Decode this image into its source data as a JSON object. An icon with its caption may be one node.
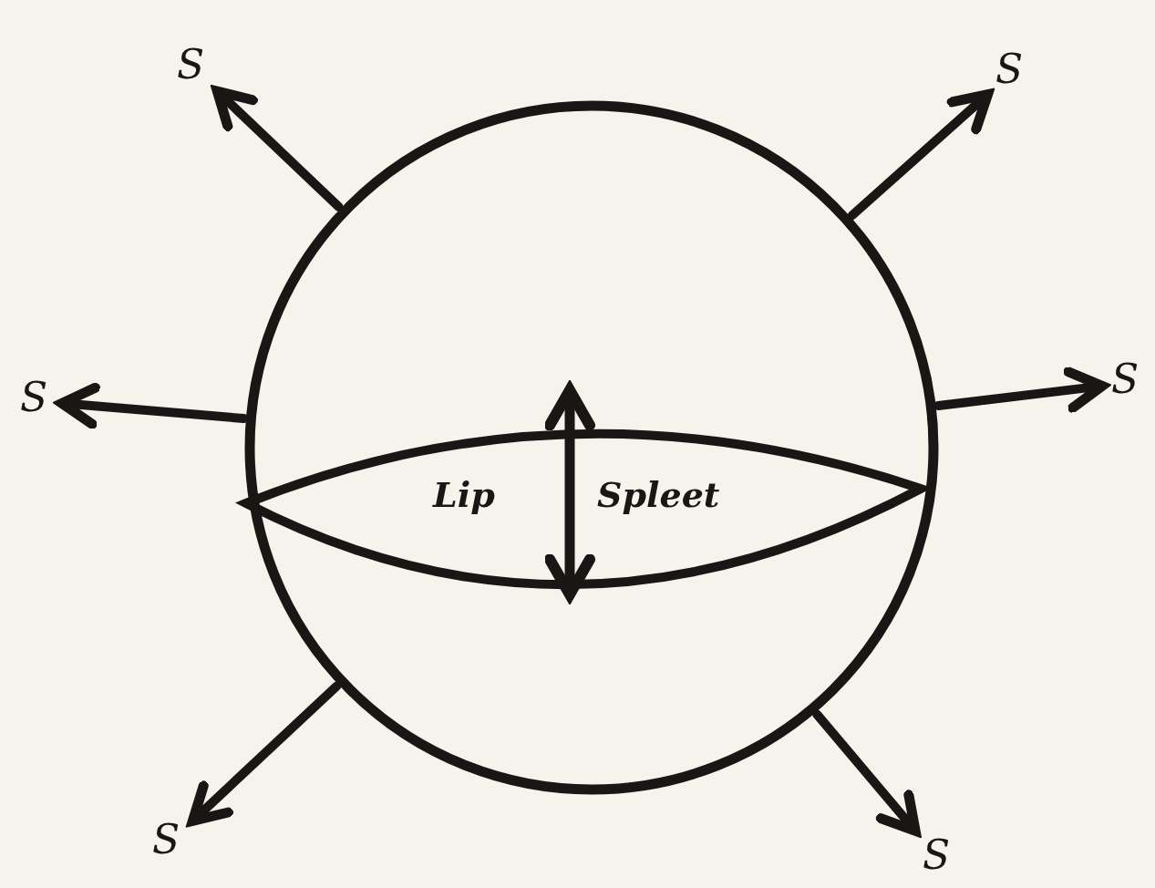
{
  "diagram": {
    "nodes": [
      {
        "text": [],
        "shape": "circle"
      },
      {
        "text": [
          "Lip",
          "Spleet"
        ],
        "in": 0
      },
      {
        "text": [
          "S"
        ]
      },
      {
        "text": [
          "S"
        ]
      },
      {
        "text": [
          "S"
        ]
      },
      {
        "text": [
          "S"
        ]
      },
      {
        "text": [
          "S"
        ]
      },
      {
        "text": [
          "S"
        ]
      }
    ],
    "edges": [
      {
        "from": 0,
        "to": 2,
        "arrow": "to"
      },
      {
        "from": 0,
        "to": 3,
        "arrow": "to"
      },
      {
        "from": 0,
        "to": 4,
        "arrow": "to"
      },
      {
        "from": 0,
        "to": 5,
        "arrow": "to"
      },
      {
        "from": 0,
        "to": 6,
        "arrow": "to"
      },
      {
        "from": 0,
        "to": 7,
        "arrow": "to"
      }
    ]
  }
}
